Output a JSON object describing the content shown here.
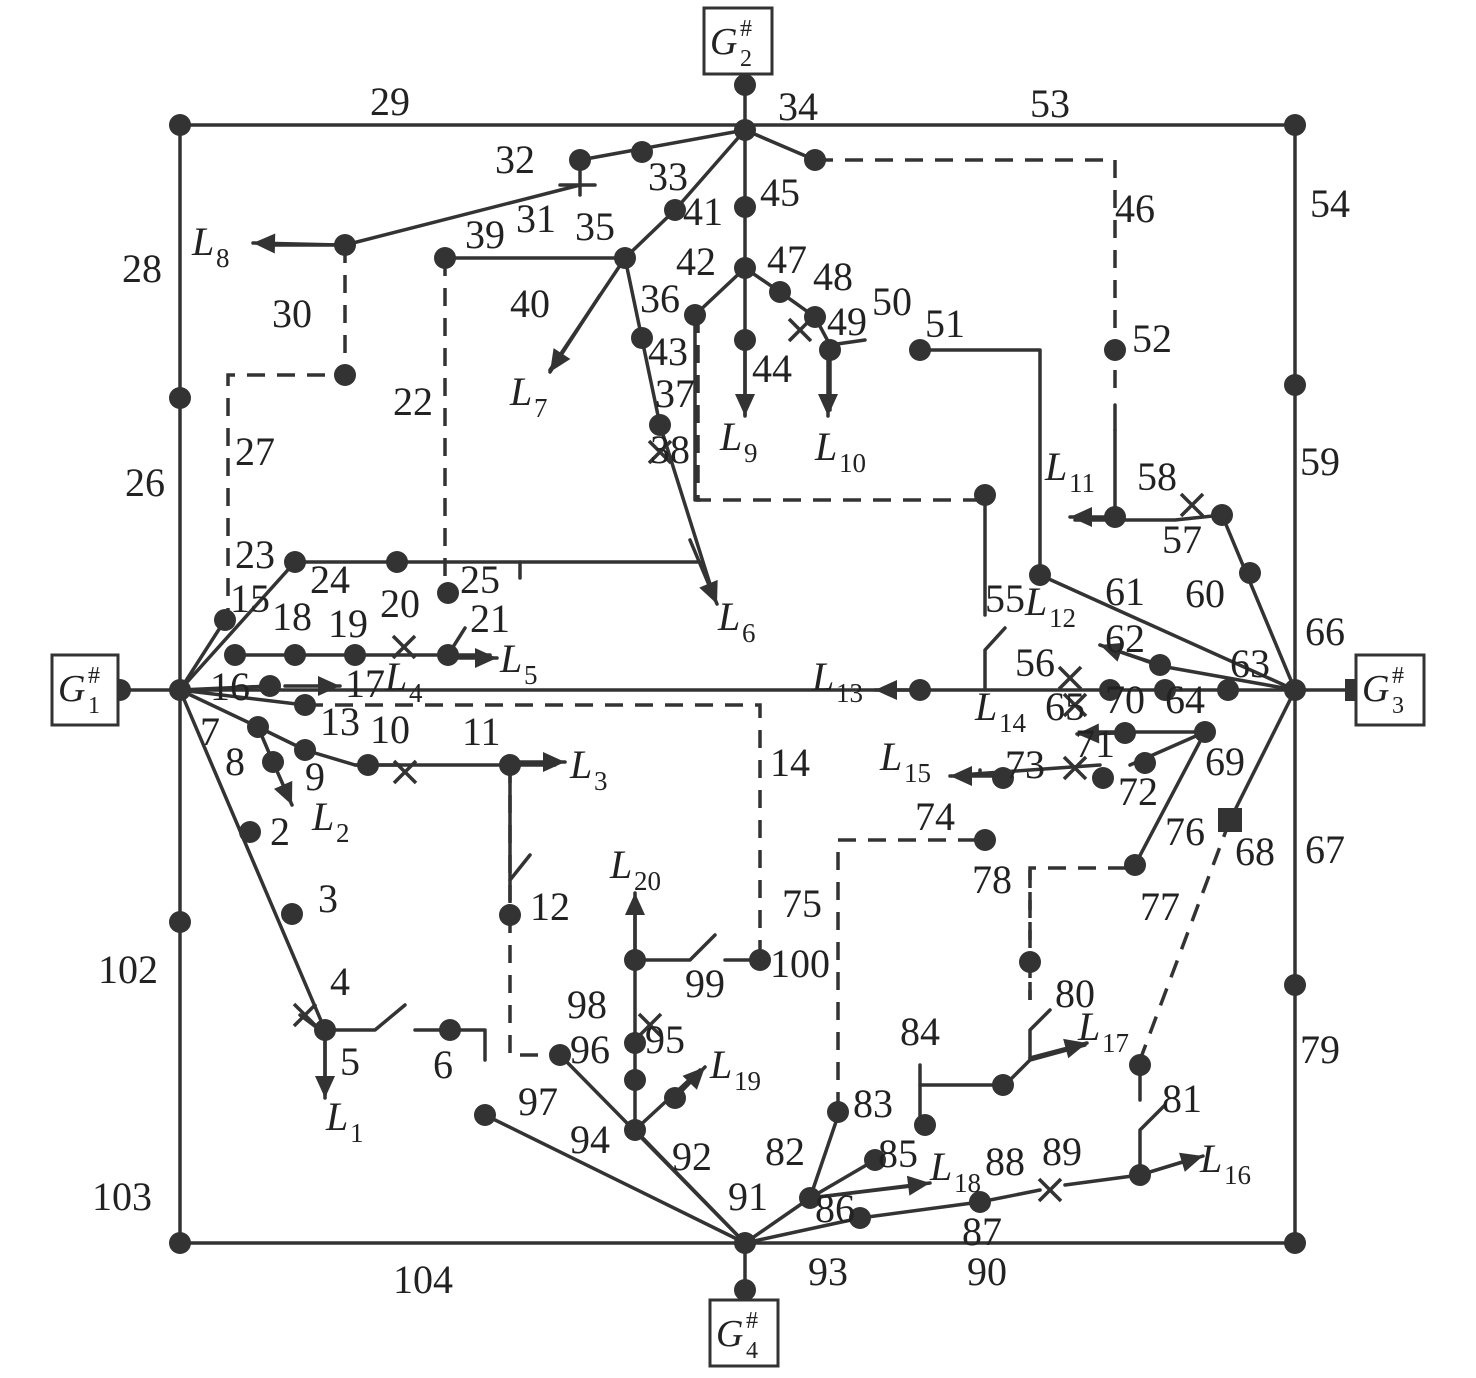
{
  "colors": {
    "line": "#333333",
    "text": "#222222",
    "background": "#ffffff"
  },
  "generators": [
    {
      "id": "g1",
      "letter": "G",
      "sub": "1",
      "sup": "#"
    },
    {
      "id": "g2",
      "letter": "G",
      "sub": "2",
      "sup": "#"
    },
    {
      "id": "g3",
      "letter": "G",
      "sub": "3",
      "sup": "#"
    },
    {
      "id": "g4",
      "letter": "G",
      "sub": "4",
      "sup": "#"
    }
  ],
  "loads": [
    {
      "id": "L1",
      "letter": "L",
      "sub": "1"
    },
    {
      "id": "L2",
      "letter": "L",
      "sub": "2"
    },
    {
      "id": "L3",
      "letter": "L",
      "sub": "3"
    },
    {
      "id": "L4",
      "letter": "L",
      "sub": "4"
    },
    {
      "id": "L5",
      "letter": "L",
      "sub": "5"
    },
    {
      "id": "L6",
      "letter": "L",
      "sub": "6"
    },
    {
      "id": "L7",
      "letter": "L",
      "sub": "7"
    },
    {
      "id": "L8",
      "letter": "L",
      "sub": "8"
    },
    {
      "id": "L9",
      "letter": "L",
      "sub": "9"
    },
    {
      "id": "L10",
      "letter": "L",
      "sub": "10"
    },
    {
      "id": "L11",
      "letter": "L",
      "sub": "11"
    },
    {
      "id": "L12",
      "letter": "L",
      "sub": "12"
    },
    {
      "id": "L13",
      "letter": "L",
      "sub": "13"
    },
    {
      "id": "L14",
      "letter": "L",
      "sub": "14"
    },
    {
      "id": "L15",
      "letter": "L",
      "sub": "15"
    },
    {
      "id": "L16",
      "letter": "L",
      "sub": "16"
    },
    {
      "id": "L17",
      "letter": "L",
      "sub": "17"
    },
    {
      "id": "L18",
      "letter": "L",
      "sub": "18"
    },
    {
      "id": "L19",
      "letter": "L",
      "sub": "19"
    },
    {
      "id": "L20",
      "letter": "L",
      "sub": "20"
    }
  ],
  "node_labels": [
    "2",
    "3",
    "4",
    "5",
    "6",
    "7",
    "8",
    "9",
    "10",
    "11",
    "12",
    "13",
    "14",
    "15",
    "16",
    "17",
    "18",
    "19",
    "20",
    "21",
    "22",
    "23",
    "24",
    "25",
    "26",
    "27",
    "28",
    "29",
    "30",
    "31",
    "32",
    "33",
    "34",
    "35",
    "36",
    "37",
    "38",
    "39",
    "40",
    "41",
    "42",
    "43",
    "44",
    "45",
    "46",
    "47",
    "48",
    "49",
    "50",
    "51",
    "52",
    "53",
    "54",
    "55",
    "56",
    "57",
    "58",
    "59",
    "60",
    "61",
    "62",
    "63",
    "64",
    "65",
    "66",
    "67",
    "68",
    "69",
    "70",
    "71",
    "72",
    "73",
    "74",
    "75",
    "76",
    "77",
    "78",
    "79",
    "80",
    "81",
    "82",
    "83",
    "84",
    "85",
    "86",
    "87",
    "88",
    "89",
    "90",
    "91",
    "92",
    "93",
    "94",
    "95",
    "96",
    "97",
    "98",
    "99",
    "100",
    "102",
    "103",
    "104"
  ]
}
